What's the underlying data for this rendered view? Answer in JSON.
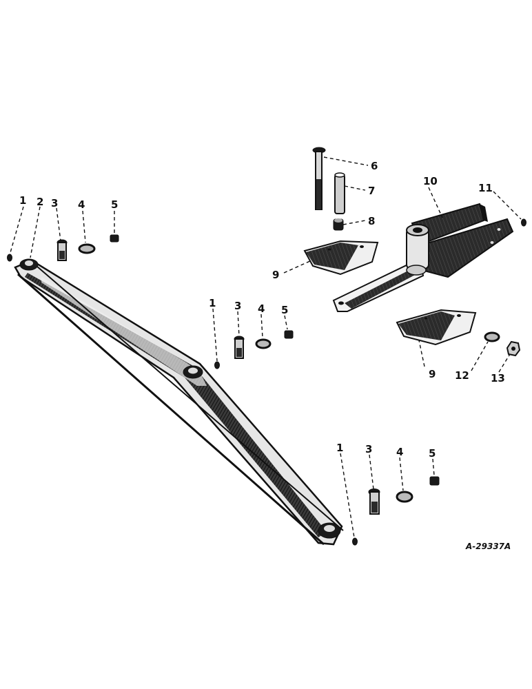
{
  "diagram": {
    "reference_code": "A-29337A",
    "callouts": {
      "c1a": "1",
      "c2": "2",
      "c3a": "3",
      "c4a": "4",
      "c5a": "5",
      "c1b": "1",
      "c3b": "3",
      "c4b": "4",
      "c5b": "5",
      "c1c": "1",
      "c3c": "3",
      "c4c": "4",
      "c5c": "5",
      "c6": "6",
      "c7": "7",
      "c8": "8",
      "c9a": "9",
      "c9b": "9",
      "c10": "10",
      "c11": "11",
      "c12": "12",
      "c13": "13"
    },
    "ink_color": "#111111"
  }
}
